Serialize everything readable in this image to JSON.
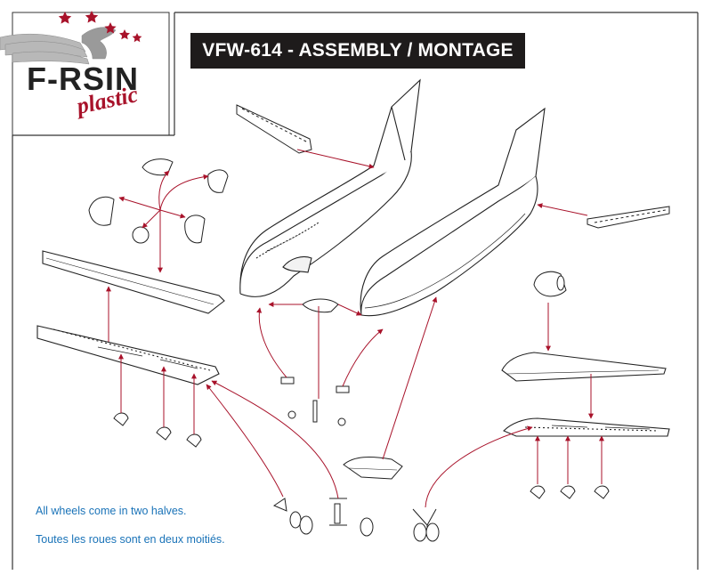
{
  "header": {
    "title": "VFW-614 - ASSEMBLY / MONTAGE"
  },
  "brand": {
    "name": "F-RSIN",
    "sub": "plastic",
    "star_color": "#a8122a"
  },
  "notes": {
    "line1": "All wheels come in two halves.",
    "line2": "Toutes les roues sont en deux moitiés."
  },
  "colors": {
    "arrow": "#a8122a",
    "outline": "#222222",
    "note_text": "#1a73b8",
    "title_bg": "#1e1b1b"
  }
}
